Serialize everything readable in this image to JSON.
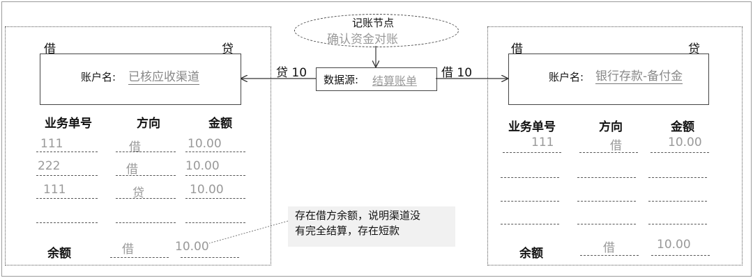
{
  "node": {
    "title": "记账节点",
    "subtitle": "确认资金对账"
  },
  "source": {
    "label": "数据源:",
    "value": "结算账单"
  },
  "arrows": {
    "left": "贷 10",
    "right": "借 10"
  },
  "note": {
    "line1": "存在借方余额，说明渠道没",
    "line2": "有完全结算，存在短款"
  },
  "left": {
    "debit": "借",
    "credit": "贷",
    "account_label": "账户名:",
    "account_value": "已核应收渠道",
    "headers": [
      "业务单号",
      "方向",
      "金额"
    ],
    "rows": [
      {
        "id": "111",
        "dir": "借",
        "amount": "10.00"
      },
      {
        "id": "222",
        "dir": "借",
        "amount": "10.00"
      },
      {
        "id": "111",
        "dir": "贷",
        "amount": "10.00"
      }
    ],
    "balance_label": "余额",
    "balance_dir": "借",
    "balance_amount": "10.00"
  },
  "right": {
    "debit": "借",
    "credit": "贷",
    "account_label": "账户名:",
    "account_value": "银行存款-备付金",
    "headers": [
      "业务单号",
      "方向",
      "金额"
    ],
    "rows": [
      {
        "id": "111",
        "dir": "借",
        "amount": "10.00"
      }
    ],
    "balance_label": "余额",
    "balance_dir": "借",
    "balance_amount": "10.00"
  }
}
